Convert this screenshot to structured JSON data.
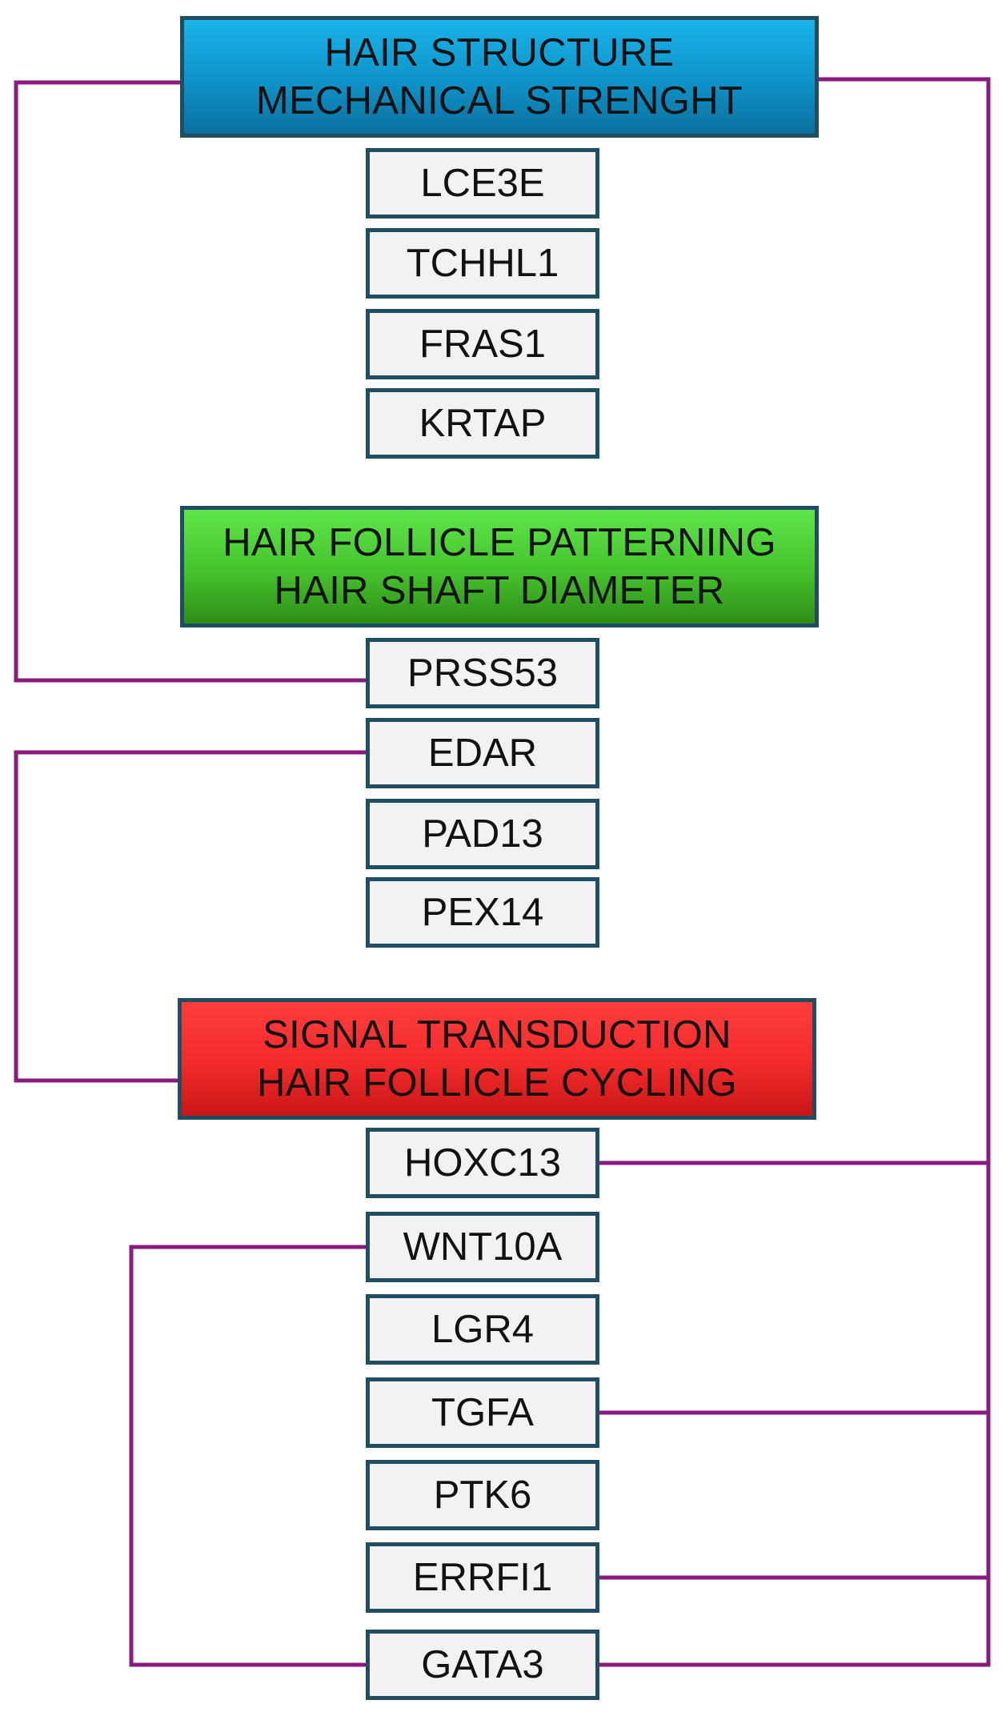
{
  "colors": {
    "connector": "#8b1a7e",
    "box_border": "#1f4e63",
    "gene_fill": "#f2f2f2",
    "group1": "#0f93c8",
    "group2": "#45c22d",
    "group3": "#f22a2a"
  },
  "groups": [
    {
      "title_line1": "HAIR STRUCTURE",
      "title_line2": "MECHANICAL STRENGHT",
      "genes": [
        "LCE3E",
        "TCHHL1",
        "FRAS1",
        "KRTAP"
      ]
    },
    {
      "title_line1": "HAIR FOLLICLE PATTERNING",
      "title_line2": "HAIR SHAFT DIAMETER",
      "genes": [
        "PRSS53",
        "EDAR",
        "PAD13",
        "PEX14"
      ]
    },
    {
      "title_line1": "SIGNAL TRANSDUCTION",
      "title_line2": "HAIR FOLLICLE CYCLING",
      "genes": [
        "HOXC13",
        "WNT10A",
        "LGR4",
        "TGFA",
        "PTK6",
        "ERRFI1",
        "GATA3"
      ]
    }
  ],
  "links": [
    {
      "from": "HAIR STRUCTURE / MECHANICAL STRENGHT",
      "to": "PRSS53"
    },
    {
      "from": "SIGNAL TRANSDUCTION / HAIR FOLLICLE CYCLING",
      "to": "EDAR"
    },
    {
      "from": "WNT10A",
      "to": "GATA3"
    },
    {
      "from": "HAIR STRUCTURE / MECHANICAL STRENGHT",
      "to": [
        "HOXC13",
        "TGFA",
        "ERRFI1",
        "GATA3"
      ]
    }
  ]
}
